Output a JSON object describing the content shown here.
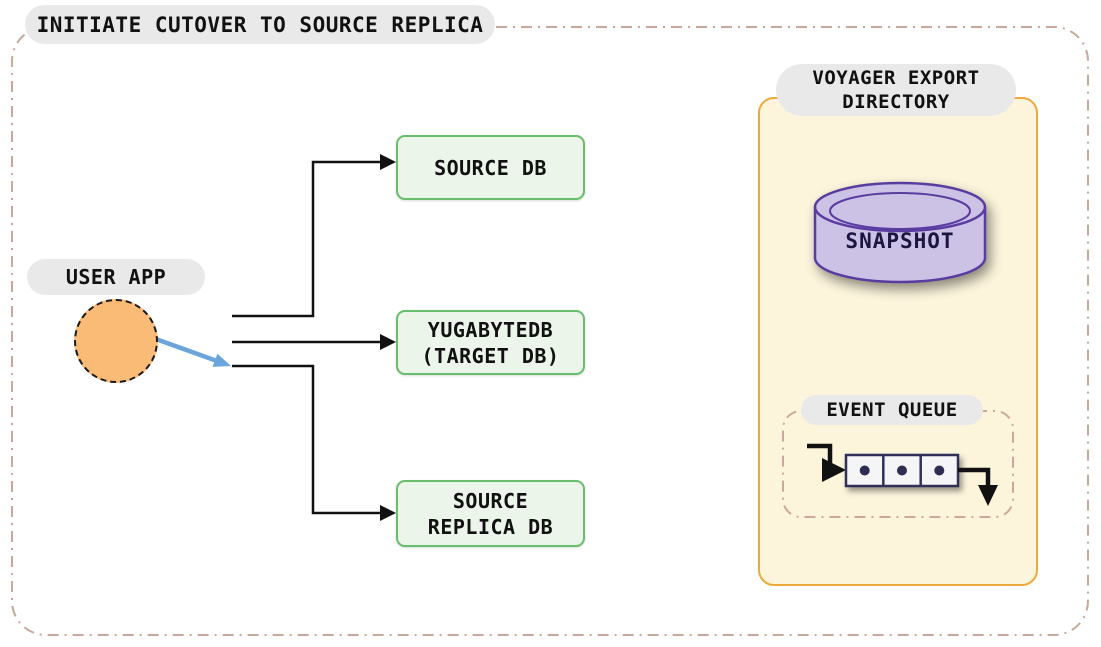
{
  "title": "INITIATE CUTOVER TO SOURCE REPLICA",
  "user_app": {
    "label": "USER APP"
  },
  "databases": {
    "source": {
      "lines": [
        "SOURCE DB"
      ]
    },
    "target": {
      "lines": [
        "YUGABYTEDB",
        "(TARGET DB)"
      ]
    },
    "source_replica": {
      "lines": [
        "SOURCE",
        "REPLICA DB"
      ]
    }
  },
  "voyager_panel": {
    "title_lines": [
      "VOYAGER EXPORT",
      "DIRECTORY"
    ],
    "snapshot": {
      "label": "SNAPSHOT"
    },
    "event_queue": {
      "label": "EVENT QUEUE",
      "cell_count": 3
    }
  },
  "icons": {
    "snapshot": "database-cylinder-icon",
    "event_queue": "queue-cells-icon"
  },
  "colors": {
    "canvas_bg": "#ffffff",
    "outer_dashed_border": "#c9a89b",
    "badge_bg": "#e9e9e9",
    "badge_text": "#111111",
    "user_app_fill": "#fabb76",
    "db_box_fill": "#ebf5ea",
    "db_box_border": "#68be6c",
    "panel_fill": "#fcf5dc",
    "panel_border": "#eca93c",
    "snapshot_fill": "#cbc2e6",
    "snapshot_border": "#5a3ca0",
    "snapshot_text": "#1c1540",
    "queue_cell_fill": "#f5f5f7",
    "queue_cell_border": "#30305a",
    "queue_dashed_border": "#cfa69e",
    "connector_black": "#111111",
    "connector_blue": "#6ca4dc"
  }
}
